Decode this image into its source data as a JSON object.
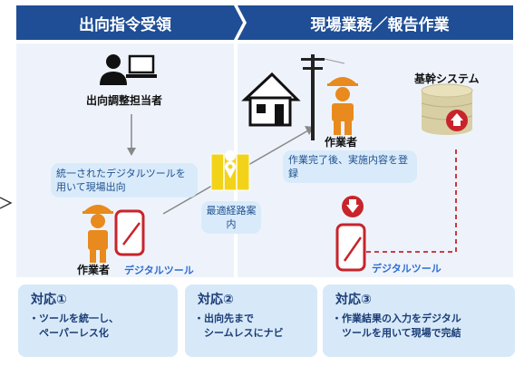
{
  "headers": {
    "left": "出向指令受領",
    "right": "現場業務／報告作業"
  },
  "left_panel": {
    "dispatcher_label": "出向調整担当者",
    "unified_tool_note": "統一されたデジタルツールを用いて現場出向",
    "worker_label": "作業者",
    "tool_label": "デジタルツール"
  },
  "middle": {
    "route_note": "最適経路案内"
  },
  "right_panel": {
    "core_system_label": "基幹システム",
    "worker_label": "作業者",
    "completion_note": "作業完了後、実施内容を登録",
    "tool_label": "デジタルツール"
  },
  "measures": [
    {
      "title": "対応①",
      "body": "・ツールを統一し、\n　ペーパーレス化"
    },
    {
      "title": "対応②",
      "body": "・出向先まで\n　シームレスにナビ"
    },
    {
      "title": "対応③",
      "body": "・作業結果の入力をデジタル\n　ツールを用いて現場で完結"
    }
  ],
  "colors": {
    "header_bg": "#1f4e96",
    "panel_bg": "#eef3fb",
    "worker_orange": "#e88a1e",
    "alert_red": "#c8242b",
    "label_blue": "#2e6dd1",
    "card_bg": "#d7e9f8",
    "map_yellow": "#f2d31a"
  },
  "icons": [
    "person-laptop-icon",
    "house-icon",
    "utility-pole-icon",
    "worker-icon",
    "tablet-icon",
    "map-pin-icon",
    "database-icon",
    "upload-circle-icon",
    "download-circle-icon",
    "arrow-down-icon"
  ]
}
